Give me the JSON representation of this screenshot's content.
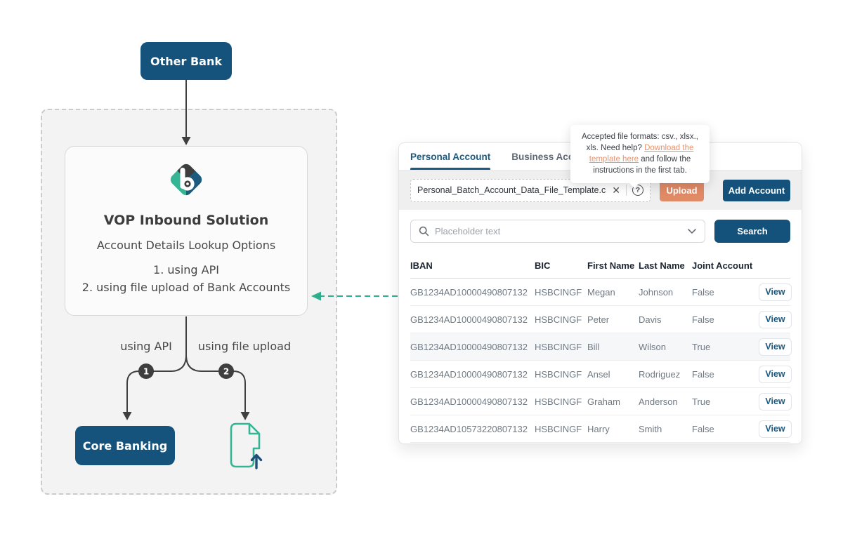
{
  "colors": {
    "navy": "#15537C",
    "navy_button": "#14527C",
    "active_tab": "#1B5A80",
    "salmon": "#E18A66",
    "teal": "#2FAE8E",
    "charcoal": "#3E3E3E",
    "link": "#E8936E"
  },
  "diagram": {
    "other_bank_label": "Other Bank",
    "solution": {
      "title": "VOP Inbound Solution",
      "subtitle": "Account Details Lookup Options",
      "option1": "1. using API",
      "option2": "2. using file upload of Bank Accounts"
    },
    "branch_left_label": "using API",
    "branch_right_label": "using file upload",
    "badge1": "1",
    "badge2": "2",
    "core_banking_label": "Core Banking"
  },
  "panel": {
    "tabs": [
      {
        "label": "Personal Account",
        "active": true
      },
      {
        "label": "Business Account",
        "active": false
      }
    ],
    "tooltip": {
      "text_before": "Accepted file formats: csv., xlsx., xls. Need help? ",
      "link_text": "Download the template here",
      "text_after": " and follow the instructions in the first tab."
    },
    "upload": {
      "filename": "Personal_Batch_Account_Data_File_Template.csv",
      "remove_icon": "✕",
      "help_icon": "?",
      "upload_label": "Upload",
      "add_account_label": "Add Account"
    },
    "search": {
      "placeholder": "Placeholder text",
      "button_label": "Search"
    },
    "table": {
      "headers": [
        "IBAN",
        "BIC",
        "First Name",
        "Last Name",
        "Joint Account"
      ],
      "action_label": "View",
      "rows": [
        {
          "iban": "GB1234AD10000490807132",
          "bic": "HSBCINGF",
          "first": "Megan",
          "last": "Johnson",
          "joint": "False",
          "highlight": false
        },
        {
          "iban": "GB1234AD10000490807132",
          "bic": "HSBCINGF",
          "first": "Peter",
          "last": "Davis",
          "joint": "False",
          "highlight": false
        },
        {
          "iban": "GB1234AD10000490807132",
          "bic": "HSBCINGF",
          "first": "Bill",
          "last": "Wilson",
          "joint": "True",
          "highlight": true
        },
        {
          "iban": "GB1234AD10000490807132",
          "bic": "HSBCINGF",
          "first": "Ansel",
          "last": "Rodriguez",
          "joint": "False",
          "highlight": false
        },
        {
          "iban": "GB1234AD10000490807132",
          "bic": "HSBCINGF",
          "first": "Graham",
          "last": "Anderson",
          "joint": "True",
          "highlight": false
        },
        {
          "iban": "GB1234AD10573220807132",
          "bic": "HSBCINGF",
          "first": "Harry",
          "last": "Smith",
          "joint": "False",
          "highlight": false
        }
      ]
    }
  }
}
